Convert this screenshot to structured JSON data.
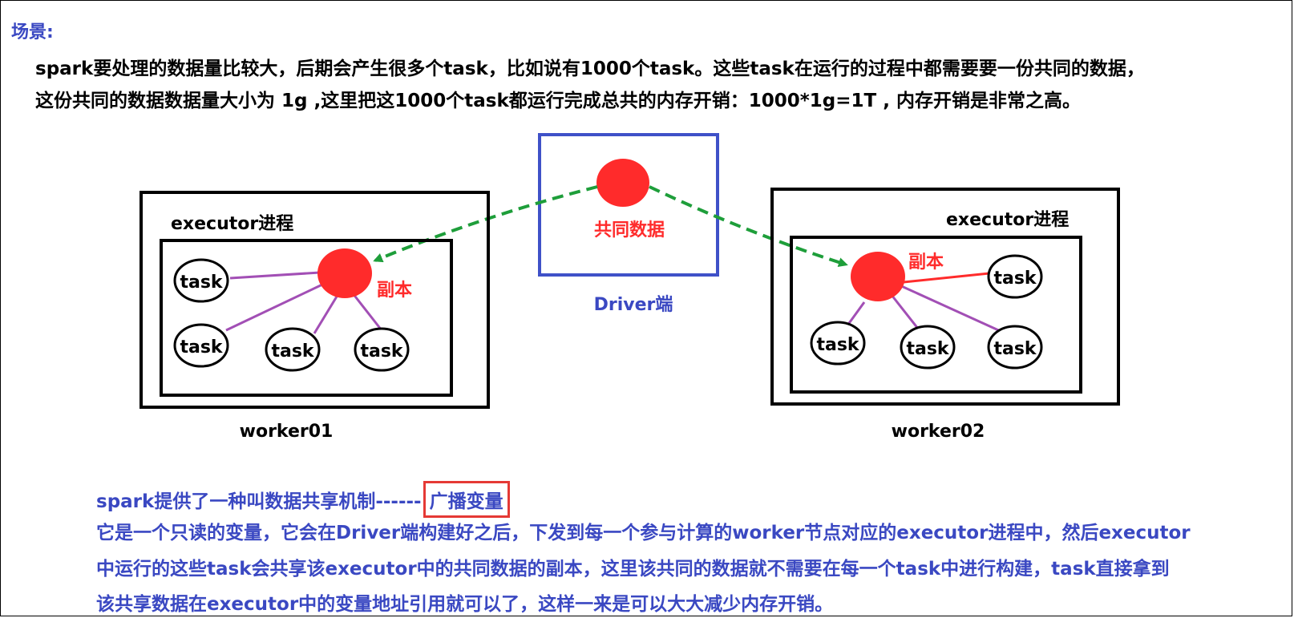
{
  "heading": "场景:",
  "intro": {
    "line1": "spark要处理的数据量比较大，后期会产生很多个task，比如说有1000个task。这些task在运行的过程中都需要要一份共同的数据，",
    "line2": "这份共同的数据数据量大小为 1g ,这里把这1000个task都运行完成总共的内存开销：1000*1g=1T , 内存开销是非常之高。"
  },
  "diagram": {
    "driver": {
      "data_label": "共同数据",
      "caption": "Driver端"
    },
    "worker01": {
      "executor_label": "executor进程",
      "copy_label": "副本",
      "caption": "worker01",
      "tasks": [
        "task",
        "task",
        "task",
        "task"
      ]
    },
    "worker02": {
      "executor_label": "executor进程",
      "copy_label": "副本",
      "caption": "worker02",
      "tasks": [
        "task",
        "task",
        "task",
        "task"
      ]
    }
  },
  "summary": {
    "line1_prefix": "spark提供了一种叫数据共享机制------",
    "line1_highlight": "广播变量",
    "line2": "它是一个只读的变量，它会在Driver端构建好之后，下发到每一个参与计算的worker节点对应的executor进程中，然后executor",
    "line3": "中运行的这些task会共享该executor中的共同数据的副本，这里该共同的数据就不需要在每一个task中进行构建，task直接拿到",
    "line4": "该共享数据在executor中的变量地址引用就可以了，这样一来是可以大大减少内存开销。"
  },
  "colors": {
    "blue_text": "#3a48c2",
    "red": "#ff2b2b",
    "green_arrow": "#1e9e3a",
    "purple_link": "#a24fb5",
    "driver_border": "#3f51c8"
  }
}
